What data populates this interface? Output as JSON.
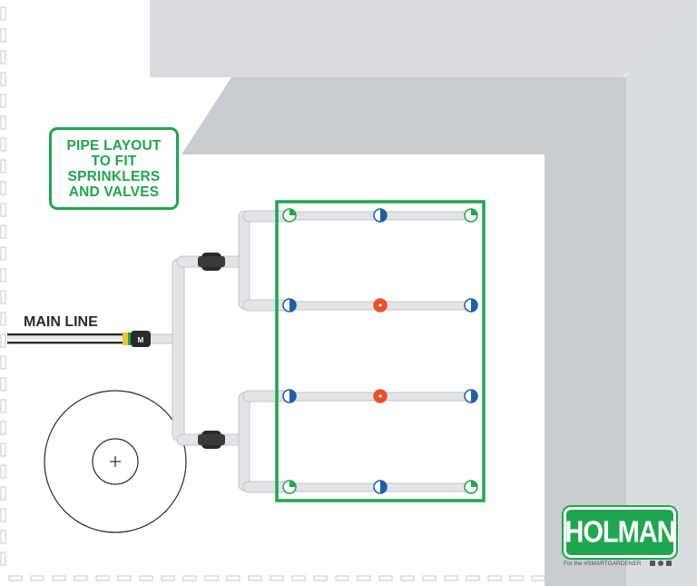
{
  "title_box": {
    "lines": [
      "PIPE LAYOUT",
      "TO FIT",
      "SPRINKLERS",
      "AND VALVES"
    ]
  },
  "main_line_label": "MAIN LINE",
  "meter_label": "M",
  "logo": {
    "brand": "HOLMAN",
    "tagline": "For the #SMARTGARDENER"
  },
  "colors": {
    "green": "#1fa64f",
    "blue_sprinkler": "#1f5fa8",
    "orange_sprinkler": "#e8522a",
    "wall_light": "#e5e7ea",
    "wall_dark": "#c9ccd0",
    "pipe": "#e2e4e7",
    "valve": "#2a2a2a"
  },
  "icons": {
    "sprinkler_green": "quarter-circle-sprinkler-icon",
    "sprinkler_blue": "half-circle-sprinkler-icon",
    "sprinkler_orange": "full-circle-sprinkler-icon",
    "valve": "valve-icon",
    "meter": "water-meter-icon",
    "tank": "circular-tank-icon"
  }
}
